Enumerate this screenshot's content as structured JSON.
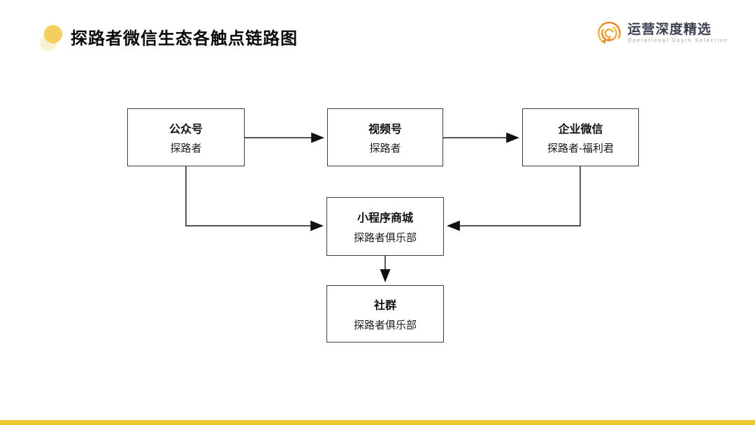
{
  "header": {
    "title": "探路者微信生态各触点链路图",
    "logo": {
      "name": "运营深度精选",
      "subtitle": "Operational Depth Selection"
    }
  },
  "diagram": {
    "nodes": [
      {
        "id": "official-account",
        "title": "公众号",
        "subtitle": "探路者"
      },
      {
        "id": "video-channel",
        "title": "视频号",
        "subtitle": "探路者"
      },
      {
        "id": "enterprise-wechat",
        "title": "企业微信",
        "subtitle": "探路者-福利君"
      },
      {
        "id": "miniprogram-mall",
        "title": "小程序商城",
        "subtitle": "探路者俱乐部"
      },
      {
        "id": "community",
        "title": "社群",
        "subtitle": "探路者俱乐部"
      }
    ],
    "edges": [
      {
        "from": "official-account",
        "to": "video-channel"
      },
      {
        "from": "video-channel",
        "to": "enterprise-wechat"
      },
      {
        "from": "official-account",
        "to": "miniprogram-mall"
      },
      {
        "from": "enterprise-wechat",
        "to": "miniprogram-mall"
      },
      {
        "from": "miniprogram-mall",
        "to": "community"
      }
    ]
  },
  "colors": {
    "accent_bar": "#EDC72B",
    "bullet_solid": "#F6CE5E",
    "bullet_pale": "#FBF0D1",
    "logo_orange": "#F29B2E",
    "line": "#3a3a3a"
  }
}
